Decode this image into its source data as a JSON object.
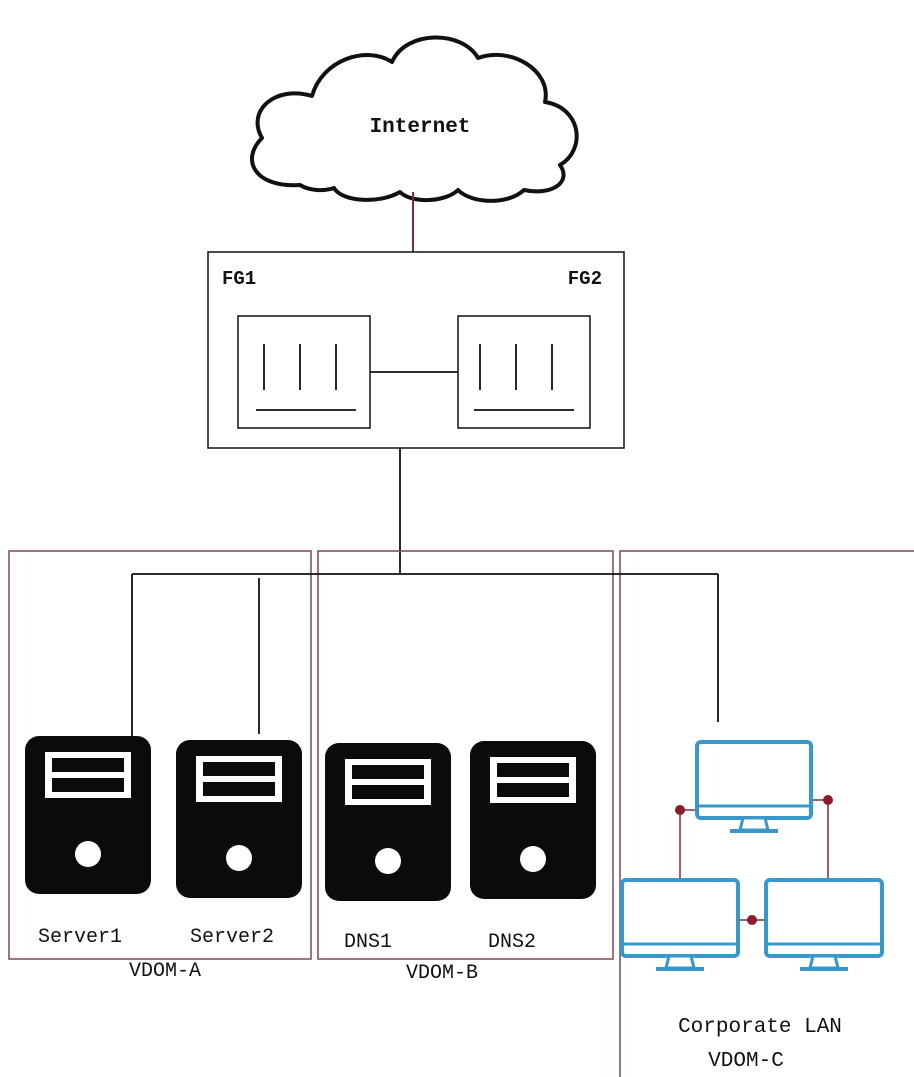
{
  "internet": {
    "label": "Internet"
  },
  "firewall_cluster": {
    "fg1_label": "FG1",
    "fg2_label": "FG2"
  },
  "vdom_a": {
    "label": "VDOM-A",
    "servers": [
      {
        "label": "Server1"
      },
      {
        "label": "Server2"
      }
    ]
  },
  "vdom_b": {
    "label": "VDOM-B",
    "servers": [
      {
        "label": "DNS1"
      },
      {
        "label": "DNS2"
      }
    ]
  },
  "vdom_c": {
    "label": "VDOM-C",
    "lan_label": "Corporate LAN"
  },
  "colors": {
    "line": "#111111",
    "vdom_border": "#7a4a52",
    "uplink": "#7a2e3a",
    "monitor": "#3a97c9",
    "node_dot": "#8b1a2b",
    "server_body": "#0b0b0b"
  },
  "icons": {
    "cloud": "cloud-icon",
    "firewall": "firewall-icon",
    "server": "server-tower-icon",
    "monitor": "desktop-monitor-icon"
  }
}
